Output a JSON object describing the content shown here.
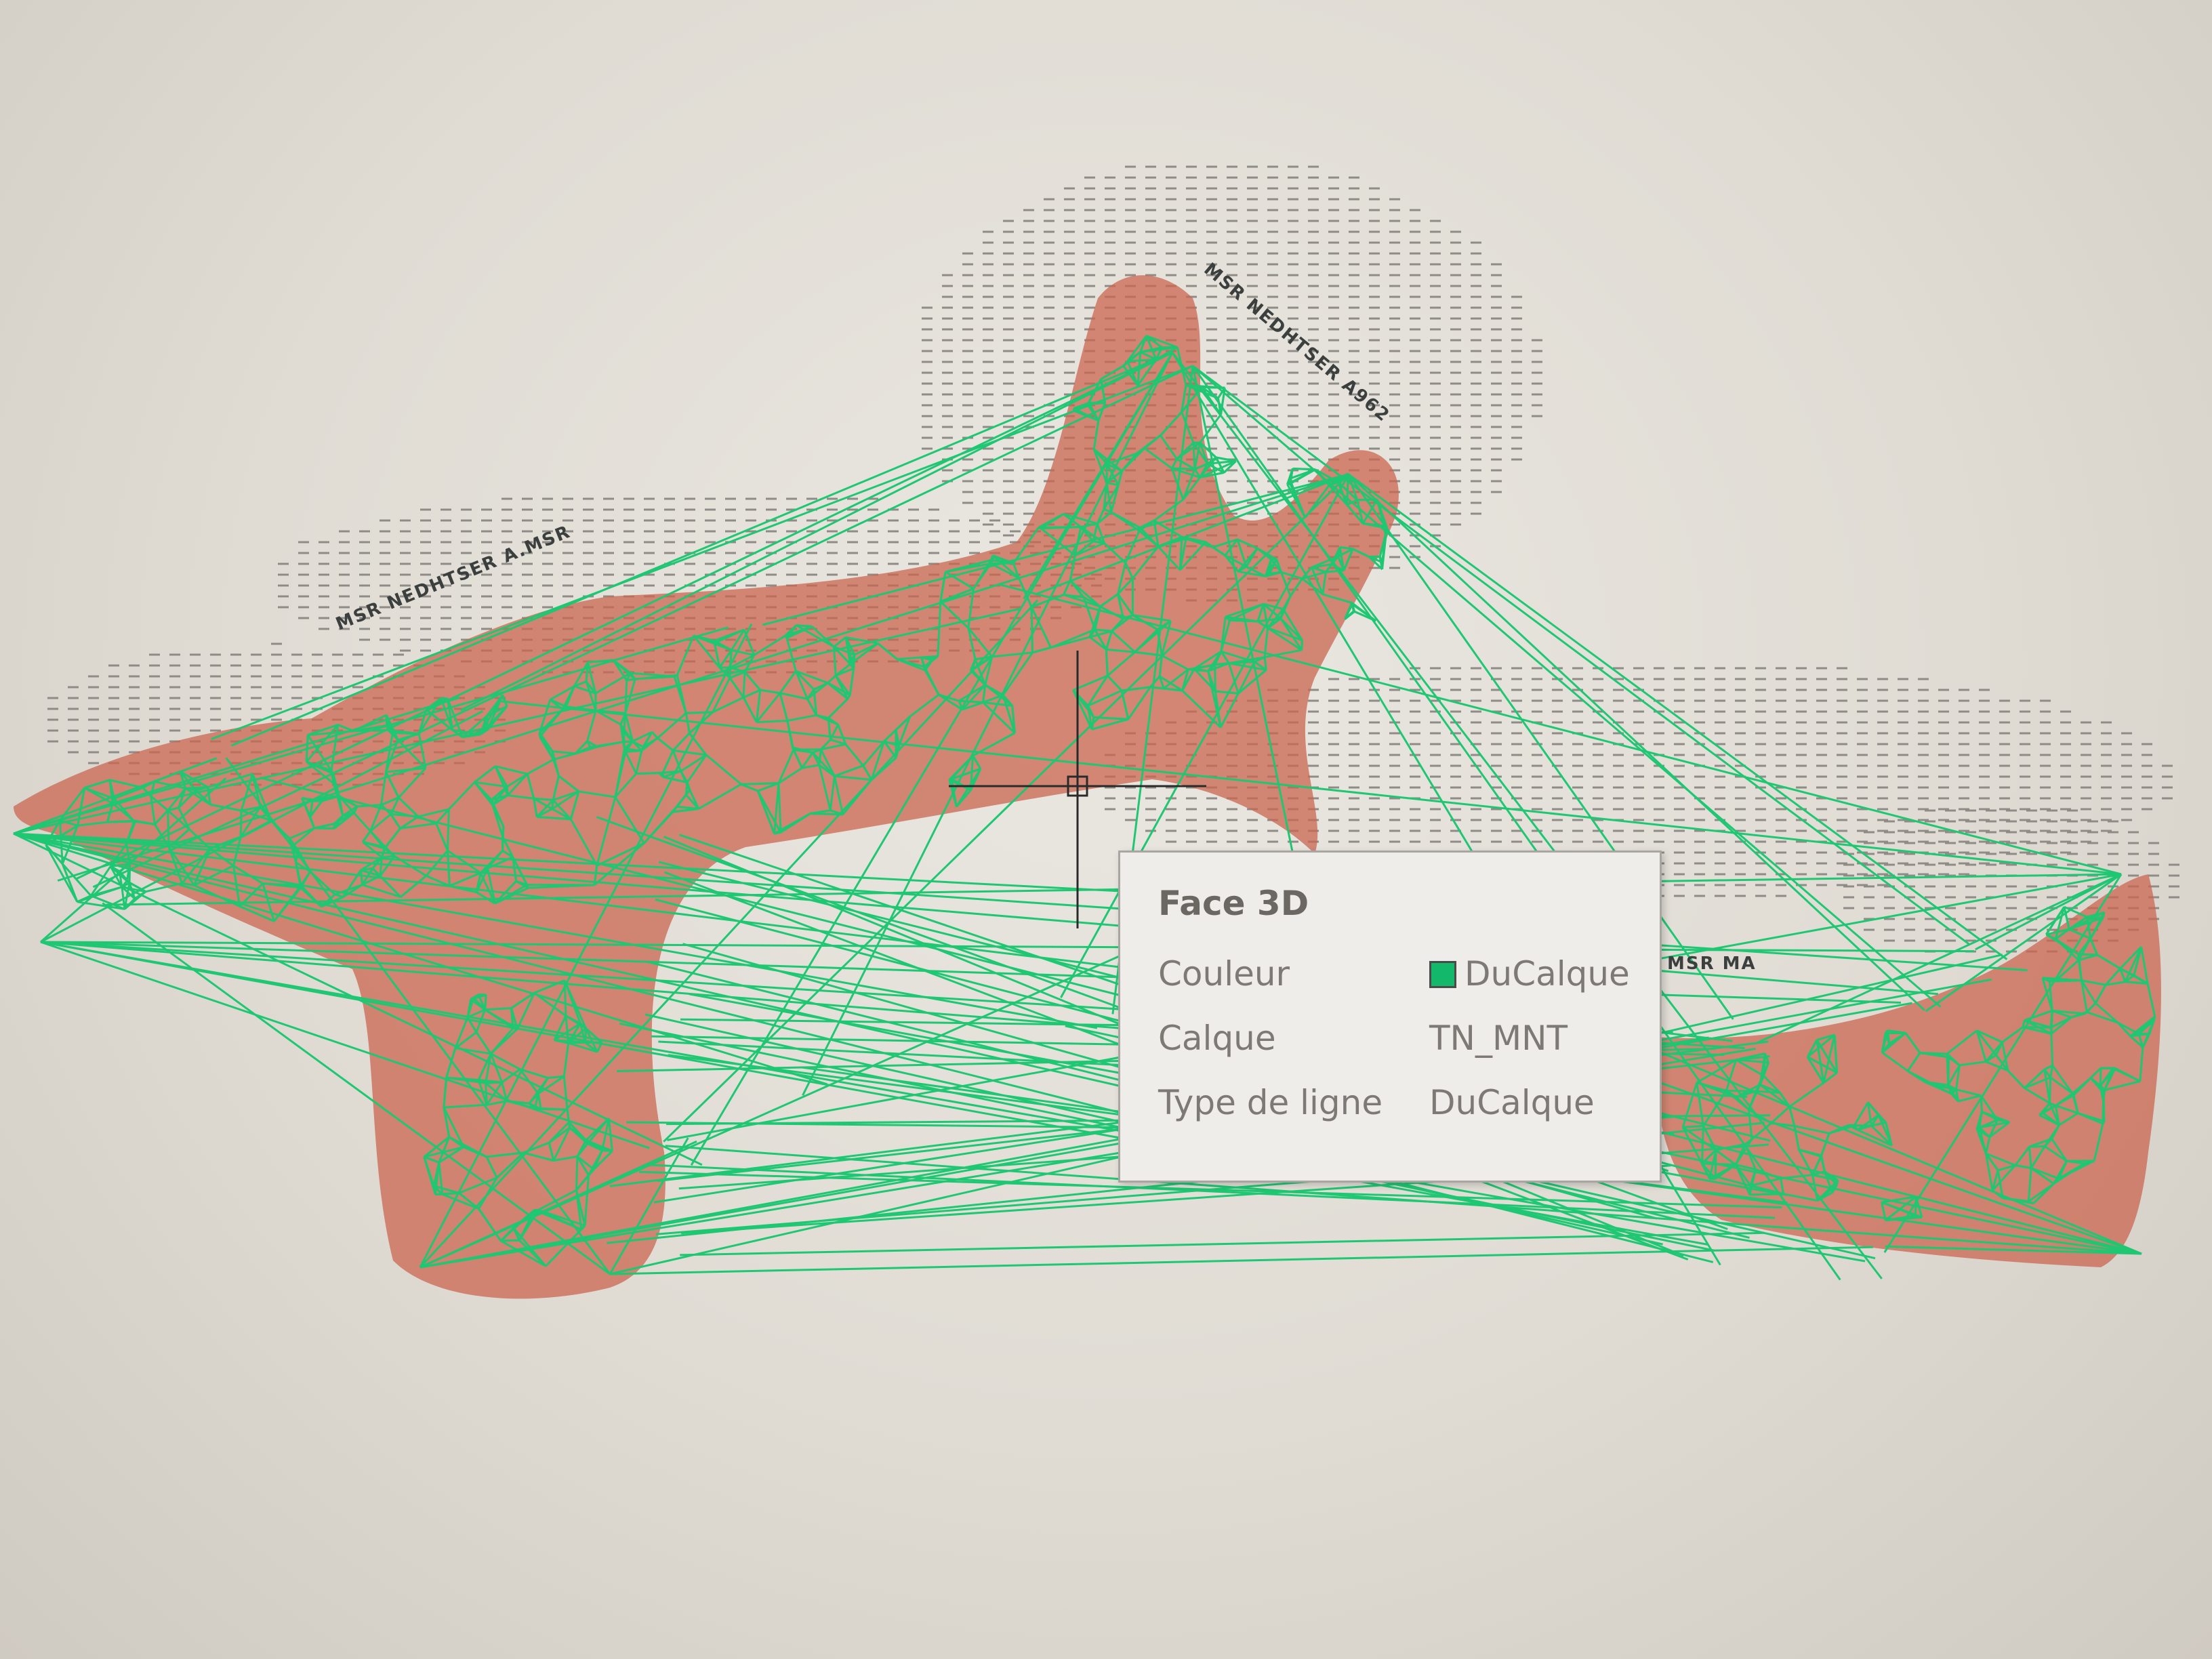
{
  "canvas": {
    "background": "#e6e2dc",
    "mesh_color": "#1fc772",
    "boundary_color": "#c9654f",
    "hatch_color": "#8f8c88"
  },
  "annotations": {
    "label_top": "MSR NEDHTSER A962",
    "label_left": "MSR NEDHTSER A.MSR",
    "label_right": "MSR MA"
  },
  "tooltip": {
    "title": "Face 3D",
    "rows": [
      {
        "label": "Couleur",
        "value": "DuCalque",
        "swatch": "#14b86b"
      },
      {
        "label": "Calque",
        "value": "TN_MNT"
      },
      {
        "label": "Type de ligne",
        "value": "DuCalque"
      }
    ]
  }
}
